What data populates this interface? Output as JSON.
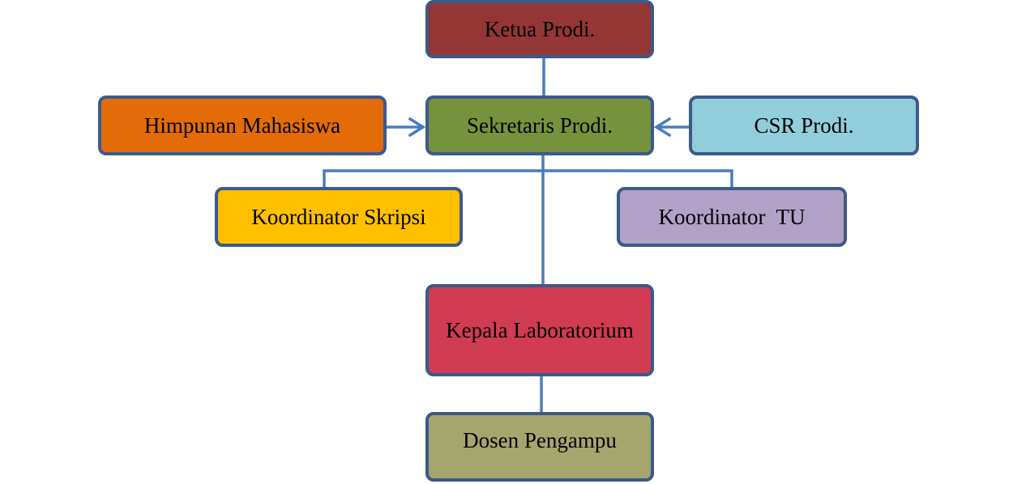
{
  "colors": {
    "connector": "#4a7cc0",
    "node_border": "#3b5a8a"
  },
  "nodes": {
    "ketua": {
      "label": "Ketua Prodi.",
      "color": "#943634"
    },
    "sekretaris": {
      "label": "Sekretaris Prodi.",
      "color": "#76923c"
    },
    "himpunan": {
      "label": "Himpunan Mahasiswa",
      "color": "#e36c09"
    },
    "csr": {
      "label": "CSR Prodi.",
      "color": "#92cddc"
    },
    "skripsi": {
      "label": "Koordinator Skripsi",
      "color": "#ffc000"
    },
    "tu": {
      "label": "Koordinator  TU",
      "color": "#b2a2c7"
    },
    "kepala": {
      "label": "Kepala Laboratorium",
      "color": "#d13b53"
    },
    "dosen": {
      "label": "Dosen Pengampu",
      "color": "#a5a56e"
    }
  }
}
